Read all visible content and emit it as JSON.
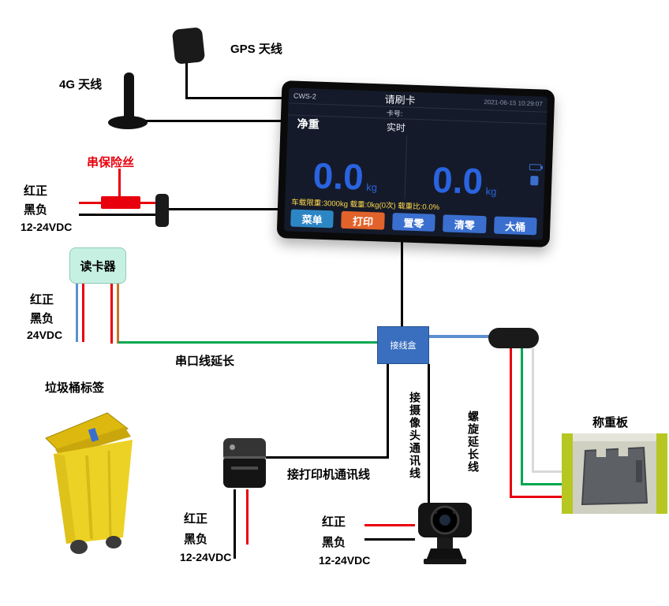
{
  "labels": {
    "gps": "GPS 天线",
    "g4": "4G 天线",
    "fuse": "串保险丝",
    "card_reader": "读卡器",
    "junction": "接线盒",
    "serial_ext": "串口线延长",
    "bin": "垃圾桶标签",
    "printer_cable": "接打印机通讯线",
    "camera_cable": "接摄像头通讯线",
    "spiral": "螺旋延长线",
    "weigh_board": "称重板"
  },
  "power_display": {
    "red": "红正",
    "black": "黑负",
    "volt": "12-24VDC"
  },
  "power_reader": {
    "red": "红正",
    "black": "黑负",
    "volt": "24VDC"
  },
  "power_printer": {
    "red": "红正",
    "black": "黑负",
    "volt": "12-24VDC"
  },
  "power_camera": {
    "red": "红正",
    "black": "黑负",
    "volt": "12-24VDC"
  },
  "screen": {
    "model": "CWS-2",
    "hint": "请刷卡",
    "datetime": "2021-06-15 10:29:07",
    "card_no": "卡号:",
    "net_label": "净重",
    "realtime_label": "实时",
    "weight_left": "0.0",
    "weight_left_unit": "kg",
    "weight_right": "0.0",
    "weight_right_unit": "kg",
    "status_line": "车载限重:3000kg 载重:0kg(0次) 载重比:0.0%",
    "buttons": [
      {
        "label": "菜单",
        "color": "#2d86c4"
      },
      {
        "label": "打印",
        "color": "#e2622b"
      },
      {
        "label": "置零",
        "color": "#3a6fd0"
      },
      {
        "label": "清零",
        "color": "#3a6fd0"
      },
      {
        "label": "大桶",
        "color": "#3a6fd0"
      }
    ]
  },
  "colors": {
    "wire_black": "#000000",
    "wire_red": "#e8000d",
    "wire_green": "#00a650",
    "wire_blue": "#5b8fd0",
    "wire_white": "#d9d9d9",
    "junction_box": "#3a6fbf",
    "weight_number": "#2a63e0",
    "status_text": "#ffd94d"
  }
}
